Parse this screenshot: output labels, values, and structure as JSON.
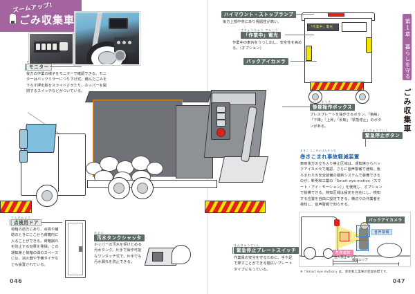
{
  "spread": {
    "badge": {
      "kicker": "ズームアップ!",
      "title": "ごみ収集車",
      "bulb_icon": "lightbulb-icon"
    },
    "side_tab": {
      "text": "第1章 暮らしを守る車"
    },
    "side_label": {
      "text": "ごみ収集車"
    },
    "page_left": "046",
    "page_right": "047",
    "colors": {
      "badge_purple": "#a4649f",
      "label_green": "#5c6b63",
      "accent_orange": "#ea8f22",
      "heading_blue": "#1b61a8",
      "warn_yellow": "#f3e400",
      "warn_red": "#e2211c",
      "glass_blue": "#7fbedc",
      "pink_alert": "#ef85ac"
    }
  },
  "photos": [
    {
      "name": "dashboard-switch-panel-photo",
      "caption": ""
    },
    {
      "name": "cab-interior-monitor-photo",
      "caption": ""
    }
  ],
  "callouts": [
    {
      "id": "monitor",
      "ruby": "モニター",
      "label": "モニター",
      "body": "後方の作業の様子をモニターで確認できる。モニターはバックミラーにつり下げ式。積んだごみを下ろす押出板をスライドさせたり、ホッパーを開閉するスイッチなどがついている。"
    },
    {
      "id": "high-mount-stop-lamp",
      "ruby": "",
      "label": "ハイマウント・ストップランプ",
      "body": "後方上部中央にあり視認性が高い。"
    },
    {
      "id": "work-in-progress-sign",
      "ruby": "さぎょうちゅう でんこう",
      "label": "「作業中」電光",
      "body": "作業中の車内をうつし出し、安全性を高める。（オプション）"
    },
    {
      "id": "back-eye-camera-rear",
      "ruby": "",
      "label": "バックアイカメラ",
      "body": ""
    },
    {
      "id": "rear-control-box",
      "ruby": "こうぶ そうさ",
      "label": "後部操作ボックス",
      "body": "プレスプレートを操作するボタン。「格納」「下降」「上昇」「反転」「緊急停止」のボタンがある。"
    },
    {
      "id": "emergency-stop-button",
      "ruby": "きんきゅうていし",
      "label": "緊急停止ボタン",
      "body": ""
    },
    {
      "id": "inspection-door",
      "ruby": "てんけんよう",
      "label": "点検用ドア",
      "body": "荷箱の前方にあり、点検や補助のときにここから荷箱内に入ることができる。荷箱崩れを防止する効果を発揮。この運転席と荷箱の間のスペースには、消火器や予備タイヤなども設置されている。"
    },
    {
      "id": "wastewater-tank-shutter",
      "ruby": "おすい",
      "label": "汚水タンクシャッタ",
      "body": "ホッパーの汚水を受けとめる汚水タンク。片手で操作可能なワンタッチ式で、片手でも汚水漏れを防止できる。"
    },
    {
      "id": "emergency-stop-plate-switch",
      "ruby": "きんきゅうていし",
      "label": "緊急停止プレートスイッチ",
      "body": "作業員の安全を守るために、手や足で押すことができる幅広いプレートタイプになっている。"
    }
  ],
  "article": {
    "ruby": "まきこ じこけいげんそうち",
    "heading": "巻きこまれ事故軽減装置",
    "body": "車両後方の立ち入り禁止区域は、運転席からバックアイカメラで確認、さらに音声警報で通知。後ろまわりの安全装備の最新システムで装備できるのが、新明和工業の「Smart eye motion（スマート・アイ・モーション）」を使用し、オプションで装備できる。検知区域は設定を自在にし、検知する位置を自由に設定できる。横辺りの作業者を検知し、音声警報で知らせる。"
  },
  "scene_panel": {
    "labels": {
      "back_eye_camera": "バックアイカメラ",
      "voice_alert": "音声警報",
      "danger_alert": "危険報知",
      "detection_zone": "検知エリア",
      "no_entry_zone": "立入禁止エリア"
    },
    "ruby": {
      "back_eye_camera": "",
      "voice_alert": "おんせいけいほう"
    }
  },
  "footnote": "※「Smart eye motion」は、新明和工業㈱の登録商標です。"
}
